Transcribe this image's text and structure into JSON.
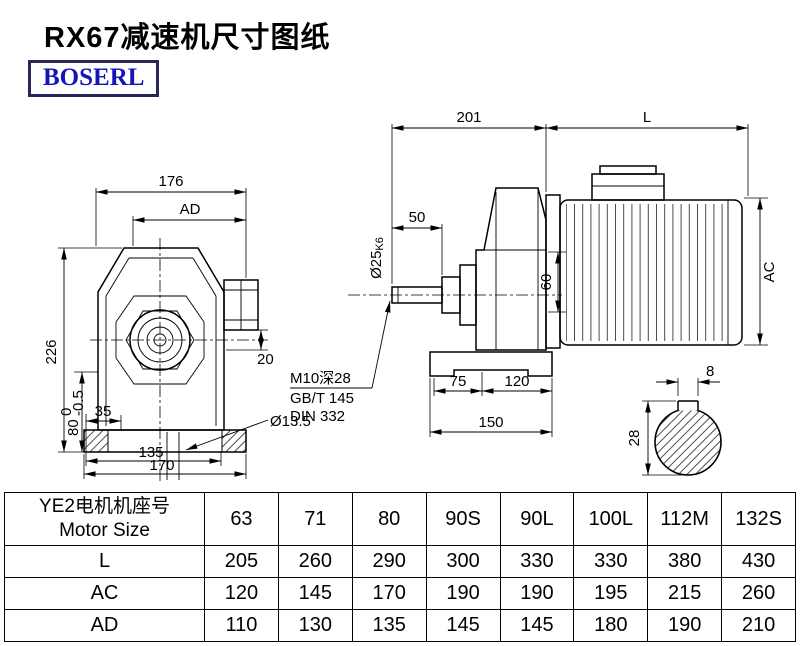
{
  "page": {
    "title": "RX67减速机尺寸图纸",
    "logo": "BOSERL"
  },
  "front_view": {
    "d176": "176",
    "ad": "AD",
    "d226": "226",
    "d80": "80",
    "tol_up": "0",
    "tol_dn": "-0.5",
    "d35": "35",
    "d135": "135",
    "d170": "170",
    "d20": "20",
    "hole": "Ø13.5"
  },
  "side_view": {
    "d201": "201",
    "L": "L",
    "d50": "50",
    "shaft_d": "Ø25",
    "shaft_tol": "K6",
    "d60": "60",
    "ac": "AC",
    "thread": "M10深28",
    "std1": "GB/T 145",
    "std2": "DIN 332",
    "d75": "75",
    "d120": "120",
    "d150": "150"
  },
  "section_view": {
    "d8": "8",
    "d28": "28"
  },
  "table": {
    "header": {
      "label_cn": "YE2电机机座号",
      "label_en": "Motor Size",
      "sizes": [
        "63",
        "71",
        "80",
        "90S",
        "90L",
        "100L",
        "112M",
        "132S"
      ]
    },
    "rows": [
      {
        "label": "L",
        "values": [
          "205",
          "260",
          "290",
          "300",
          "330",
          "330",
          "380",
          "430"
        ]
      },
      {
        "label": "AC",
        "values": [
          "120",
          "145",
          "170",
          "190",
          "190",
          "195",
          "215",
          "260"
        ]
      },
      {
        "label": "AD",
        "values": [
          "110",
          "130",
          "135",
          "145",
          "145",
          "180",
          "190",
          "210"
        ]
      }
    ]
  }
}
